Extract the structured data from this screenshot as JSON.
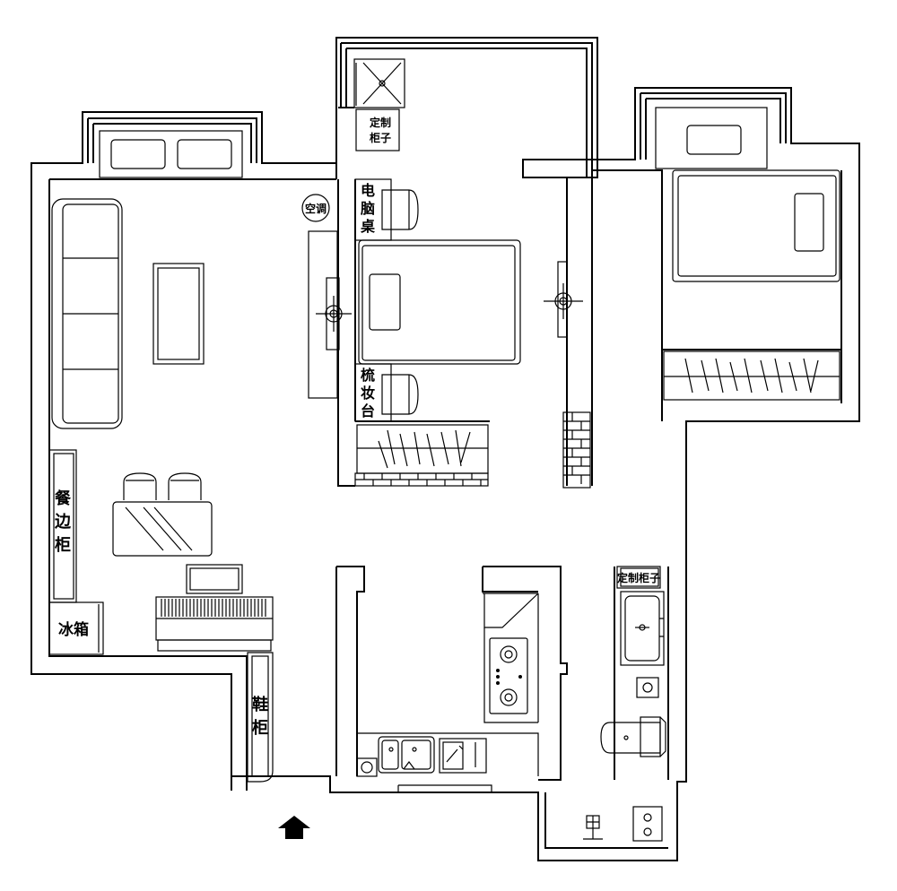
{
  "labels": {
    "ac": "空调",
    "custom_cabinet_top": [
      "定制",
      "柜子"
    ],
    "computer_desk": [
      "电",
      "脑",
      "桌"
    ],
    "dressing_table": [
      "梳",
      "妆",
      "台"
    ],
    "sideboard": [
      "餐",
      "边",
      "柜"
    ],
    "fridge": "冰箱",
    "shoe_cabinet": [
      "鞋",
      "柜"
    ],
    "custom_cabinet_bath": "定制柜子"
  },
  "colors": {
    "line": "#000000",
    "background": "#ffffff"
  }
}
